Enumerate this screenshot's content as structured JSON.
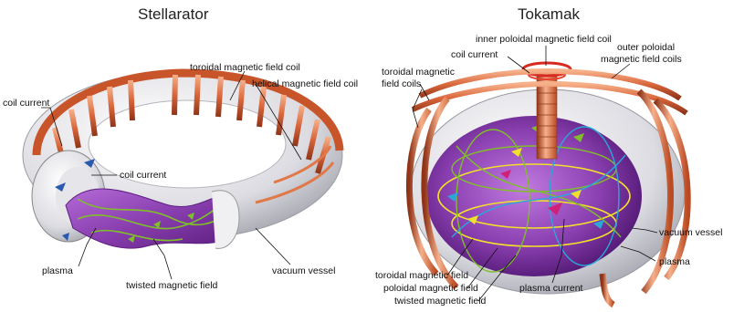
{
  "stellarator": {
    "title": "Stellarator",
    "labels": {
      "toroidal_coil": "toroidal magnetic field coil",
      "helical_coil": "helical magnetic field coil",
      "coil_current_left": "coil current",
      "coil_current_inner": "coil current",
      "plasma": "plasma",
      "twisted_field": "twisted magnetic field",
      "vacuum_vessel": "vacuum vessel"
    }
  },
  "tokamak": {
    "title": "Tokamak",
    "labels": {
      "inner_poloidal_coil": "inner poloidal magnetic field coil",
      "coil_current": "coil current",
      "outer_poloidal_coils_1": "outer poloidal",
      "outer_poloidal_coils_2": "magnetic field coils",
      "toroidal_coils_1": "toroidal magnetic",
      "toroidal_coils_2": "field coils",
      "vacuum_vessel": "vacuum vessel",
      "plasma": "plasma",
      "toroidal_field": "toroidal magnetic field",
      "poloidal_field": "poloidal magnetic field",
      "twisted_field": "twisted magnetic field",
      "plasma_current": "plasma current"
    }
  },
  "colors": {
    "copper": "#d9653a",
    "copper_dark": "#9e3c1c",
    "copper_light": "#f4a27c",
    "vessel": "#e9e9ec",
    "plasma": "#8a3fb0",
    "field_green": "#7fbf2a",
    "field_yellow": "#f2e12a",
    "field_blue": "#2aa7d9",
    "arrow_magenta": "#d0207a"
  }
}
